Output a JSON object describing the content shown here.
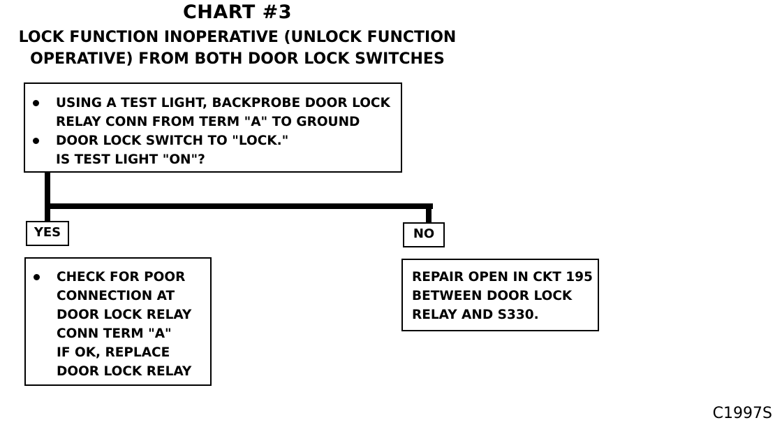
{
  "title": "CHART #3",
  "subtitle_lines": [
    "LOCK FUNCTION INOPERATIVE (UNLOCK FUNCTION",
    "OPERATIVE) FROM BOTH DOOR LOCK SWITCHES"
  ],
  "test_box": {
    "items": [
      {
        "lines": [
          "USING A TEST LIGHT, BACKPROBE DOOR LOCK",
          "RELAY CONN FROM TERM \"A\" TO GROUND"
        ]
      },
      {
        "lines": [
          "DOOR LOCK SWITCH TO  \"LOCK.\""
        ]
      }
    ],
    "question": "IS TEST LIGHT \"ON\"?"
  },
  "yes_branch": {
    "label": "YES",
    "lines": [
      "CHECK FOR POOR",
      "CONNECTION AT",
      "DOOR LOCK RELAY",
      "CONN TERM \"A\"",
      "IF OK, REPLACE",
      "DOOR LOCK RELAY"
    ]
  },
  "no_branch": {
    "label": "NO",
    "lines": [
      "REPAIR OPEN IN CKT 195",
      "BETWEEN DOOR LOCK",
      "RELAY AND S330."
    ]
  },
  "figure_id": "C1997S"
}
